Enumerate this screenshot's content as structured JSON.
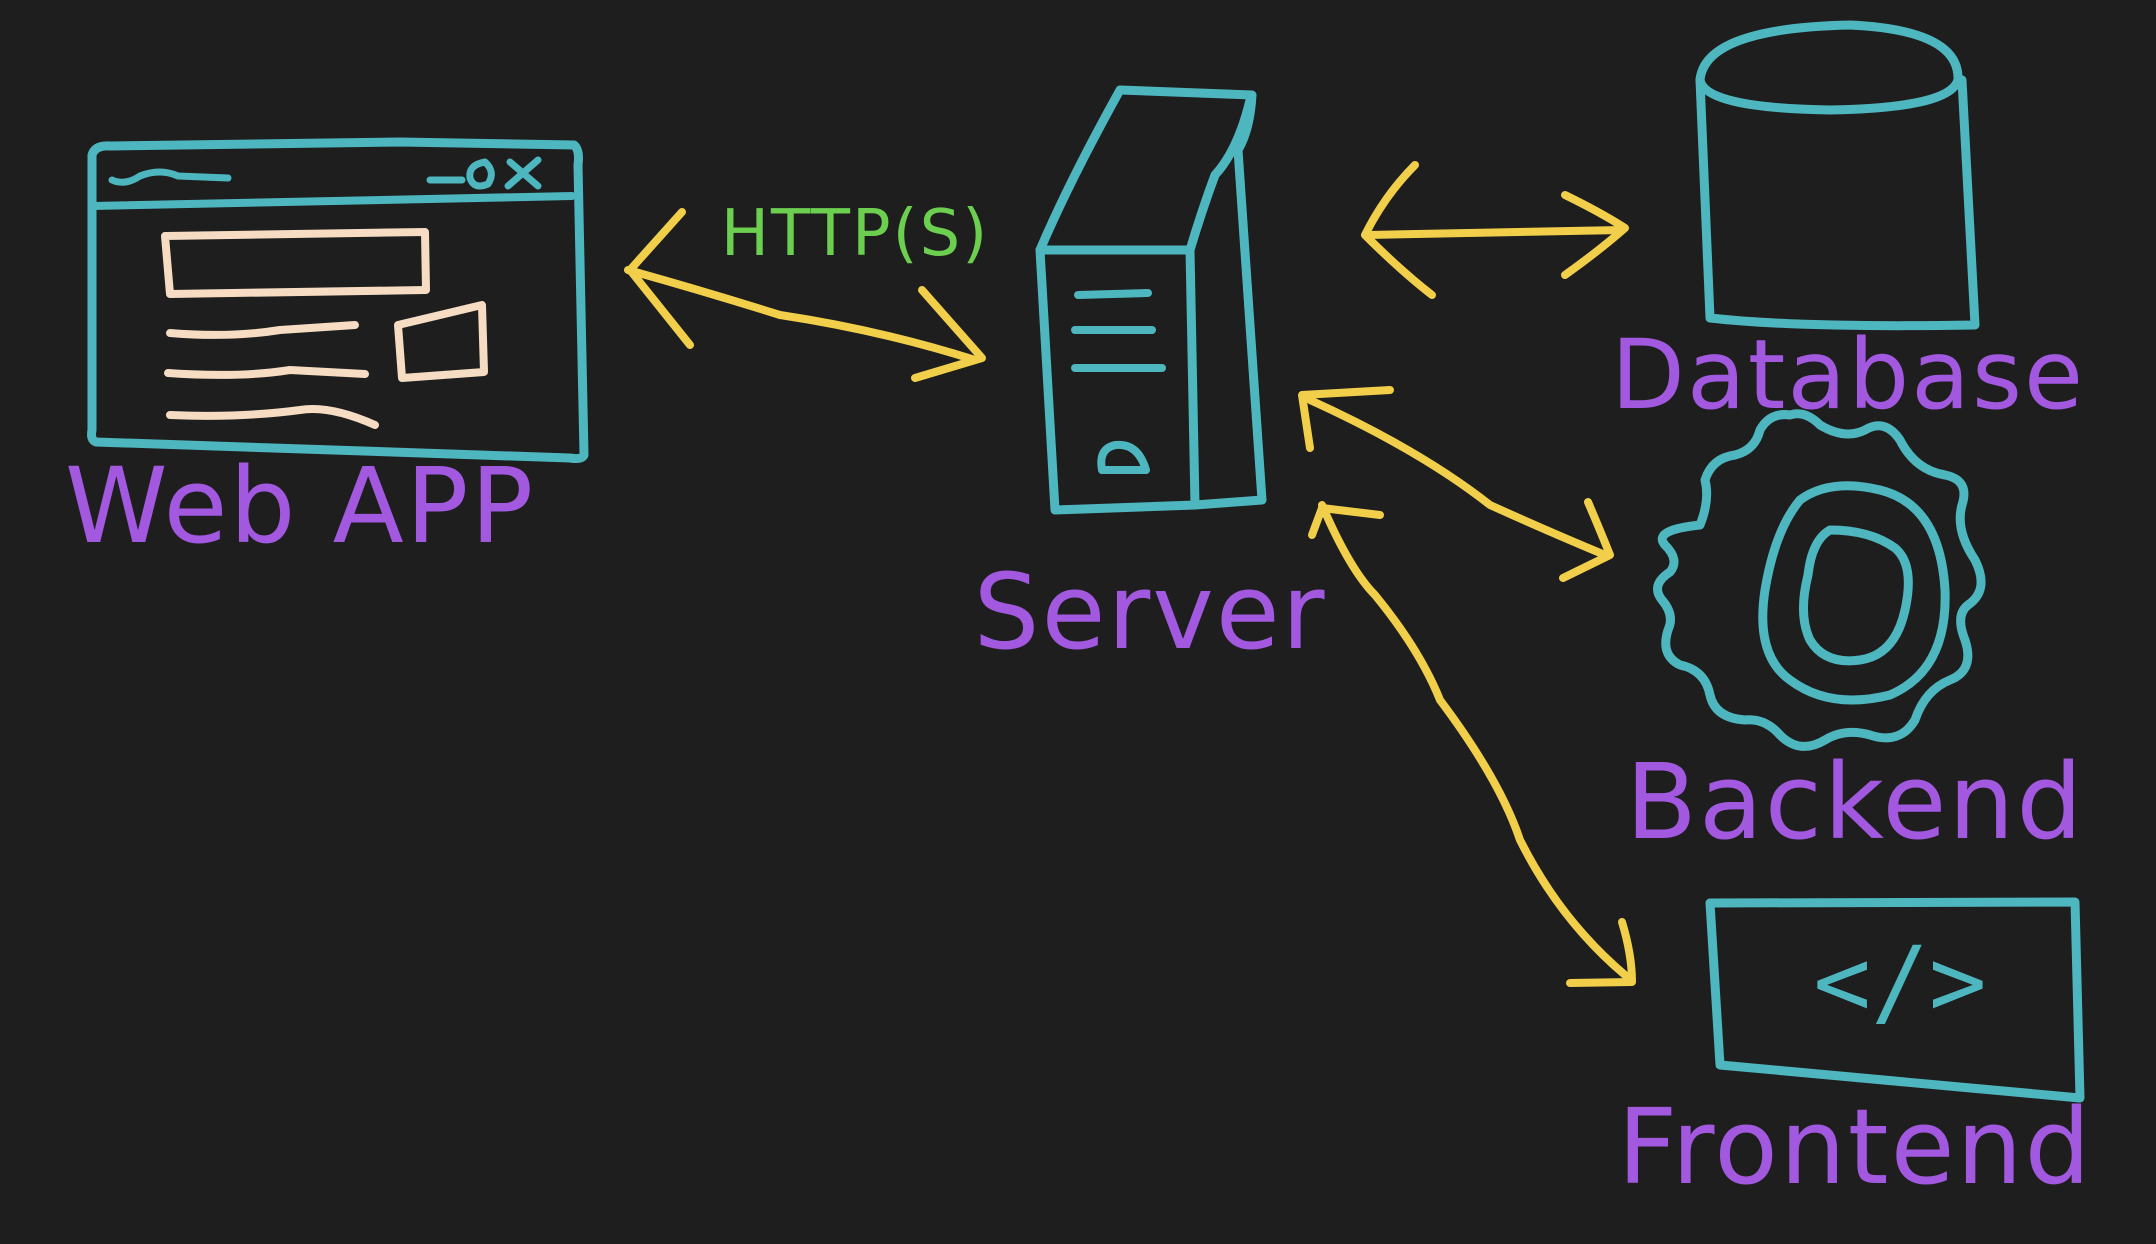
{
  "colors": {
    "background": "#1e1e1e",
    "outline": "#4db6bf",
    "arrow": "#f2cf4a",
    "label": "#a259e0",
    "protocol": "#6ccf4f",
    "content": "#f5dcc2"
  },
  "nodes": {
    "web_app": {
      "label": "Web APP",
      "icon": "browser-window-icon"
    },
    "server": {
      "label": "Server",
      "icon": "server-tower-icon"
    },
    "database": {
      "label": "Database",
      "icon": "database-cylinder-icon"
    },
    "backend": {
      "label": "Backend",
      "icon": "gear-icon"
    },
    "frontend": {
      "label": "Frontend",
      "icon": "code-brackets-icon"
    }
  },
  "edges": [
    {
      "from": "web_app",
      "to": "server",
      "label": "HTTP(S)",
      "direction": "both"
    },
    {
      "from": "server",
      "to": "database",
      "label": "",
      "direction": "both"
    },
    {
      "from": "server",
      "to": "backend",
      "label": "",
      "direction": "both"
    },
    {
      "from": "server",
      "to": "frontend",
      "label": "",
      "direction": "both"
    }
  ],
  "code_symbol": "</>"
}
